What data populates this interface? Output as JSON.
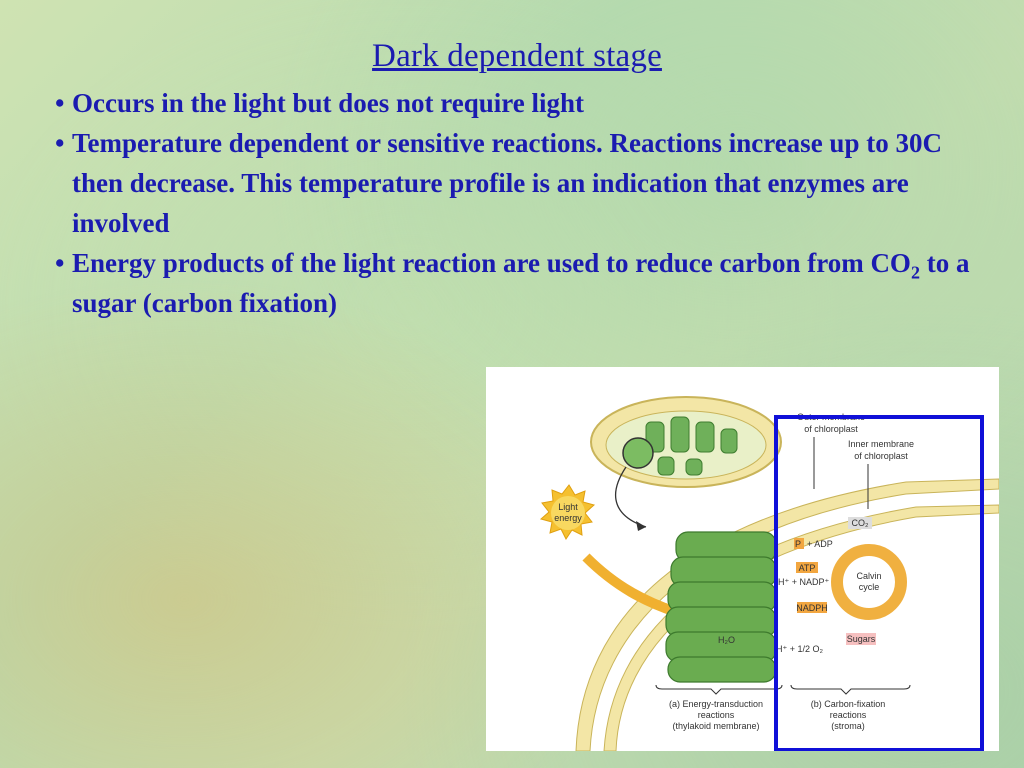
{
  "slide": {
    "title": "Dark dependent stage",
    "bullet_char": "•",
    "bullets": [
      {
        "text": "Occurs in the light but does not require light"
      },
      {
        "text": "Temperature dependent or sensitive reactions.  Reactions increase up to 30C then decrease. This temperature profile is an indication that enzymes are involved"
      },
      {
        "text_before": "Energy products of the light reaction are used to reduce carbon from CO",
        "subscript": "2",
        "text_after": " to a sugar (carbon fixation)"
      }
    ]
  },
  "figure": {
    "labels": {
      "outer_membrane": "Outer membrane",
      "outer_membrane_2": "of chloroplast",
      "inner_membrane": "Inner membrane",
      "inner_membrane_2": "of chloroplast",
      "light_energy": "Light",
      "light_energy_2": "energy",
      "co2": "CO₂",
      "pi_adp": "P",
      "pi_sub": "i",
      "adp": "+ ADP",
      "atp": "ATP",
      "h_nadp": "H⁺ + NADP⁺",
      "nadph": "NADPH",
      "calvin": "Calvin",
      "cycle": "cycle",
      "h2o": "H₂O",
      "o2": "H⁺ + 1/2 O₂",
      "sugars": "Sugars",
      "a_1": "(a) Energy-transduction",
      "a_2": "reactions",
      "a_3": "(thylakoid membrane)",
      "b_1": "(b) Carbon-fixation",
      "b_2": "reactions",
      "b_3": "(stroma)"
    },
    "colors": {
      "highlight_box": "#1010d8",
      "thylakoid": "#5fa04a",
      "membrane": "#f3e6a6",
      "calvin_arrow": "#f0b040",
      "atp_box": "#f2a640",
      "sugars_box": "#f6c0c0"
    }
  }
}
